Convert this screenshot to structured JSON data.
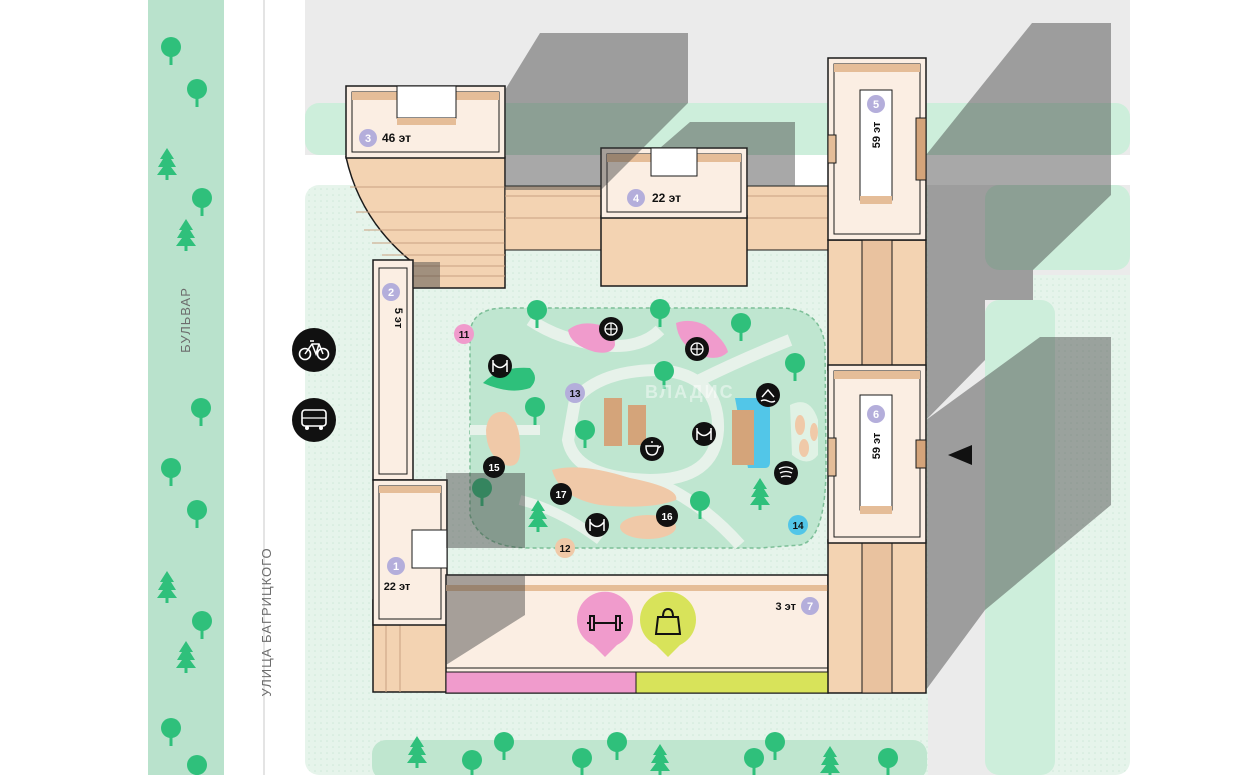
{
  "streets": {
    "boulevard": "БУЛЬВАР",
    "bagritsky": "УЛИЦА БАГРИЦКОГО"
  },
  "watermark": "ВЛАДИС",
  "buildings": [
    {
      "num": "1",
      "floors": "22 эт"
    },
    {
      "num": "2",
      "floors": "5 эт"
    },
    {
      "num": "3",
      "floors": "46 эт"
    },
    {
      "num": "4",
      "floors": "22 эт"
    },
    {
      "num": "5",
      "floors": "59 эт"
    },
    {
      "num": "6",
      "floors": "59 эт"
    },
    {
      "num": "7",
      "floors": "3 эт"
    }
  ],
  "markers": [
    {
      "num": "11"
    },
    {
      "num": "12"
    },
    {
      "num": "13"
    },
    {
      "num": "14"
    },
    {
      "num": "15"
    },
    {
      "num": "16"
    },
    {
      "num": "17"
    }
  ],
  "icons": {
    "bicycle": "bicycle-icon",
    "bus": "bus-icon",
    "gym": "dumbbell-icon",
    "shop": "shopping-bag-icon",
    "basketball": "basketball-icon",
    "hammock": "hammock-icon",
    "teapot": "teapot-icon",
    "pool": "pool-icon",
    "wind": "wind-icon",
    "entrance": "entrance-arrow-icon"
  },
  "colors": {
    "building": "#f3d3b2",
    "building_light": "#fbeee3",
    "park": "#bfe6d0",
    "lawn": "#e5f3ea",
    "green_strip": "#b9e2cc",
    "tree": "#2fc07b",
    "shadow": "#3f3f3f",
    "pink": "#f09bcc",
    "yellow": "#d8e35a",
    "lilac": "#b4aedb",
    "water": "#52c6e8",
    "black": "#111111"
  }
}
